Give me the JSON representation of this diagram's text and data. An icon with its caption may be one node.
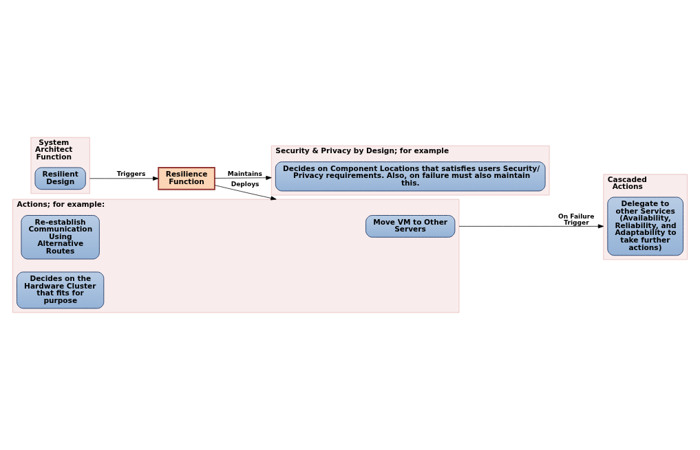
{
  "diagram": {
    "nodes": [
      {
        "text": [
          "System Architect Function"
        ]
      },
      {
        "text": [
          "Resilient Design"
        ],
        "in": 0
      },
      {
        "text": [
          "Resilience Function"
        ]
      },
      {
        "text": [
          "Actions; for example:"
        ]
      },
      {
        "text": [
          "Move VM to Other Servers"
        ],
        "in": 3
      },
      {
        "text": [
          "Re-establish Communication Using Alternative Routes"
        ],
        "in": 3
      },
      {
        "text": [
          "Decides on the Hardware Cluster that fits for purpose"
        ],
        "in": 3
      },
      {
        "text": [
          "Cascaded Actions"
        ]
      },
      {
        "text": [
          "Delegate to other Services (Availability, Reliability, and Adaptability to take further actions)"
        ],
        "in": 7
      },
      {
        "text": [
          "Security & Privacy by Design; for example"
        ]
      },
      {
        "text": [
          "Decides on Component Locations that satisfies users Security/ Privacy requirements. Also, on failure must also maintain this."
        ],
        "in": 9
      }
    ],
    "edges": [
      {
        "from": 0,
        "to": 2,
        "arrow": "to",
        "label": "Triggers"
      },
      {
        "from": 2,
        "to": 3,
        "arrow": "to",
        "label": "Deploys"
      },
      {
        "from": 3,
        "to": 7,
        "arrow": "to",
        "label": "On Failure Trigger"
      },
      {
        "from": 2,
        "to": 9,
        "arrow": "to",
        "label": "Maintains"
      }
    ]
  }
}
